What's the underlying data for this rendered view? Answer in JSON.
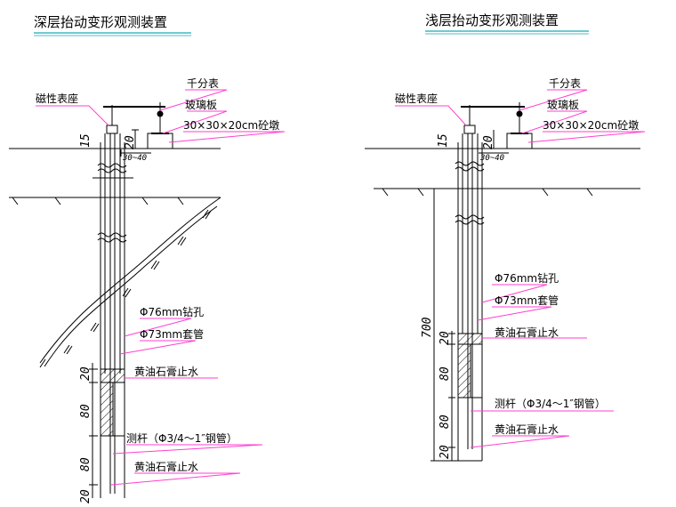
{
  "colors": {
    "line": "#000000",
    "leader": "#ff3fd0",
    "title_underline": "#1aa6b7"
  },
  "left_panel": {
    "title": "深层抬动变形观测装置",
    "labels": {
      "magnet_base": "磁性表座",
      "dial_gauge": "千分表",
      "glass_plate": "玻璃板",
      "concrete_pier": "30×30×20cm砼墩",
      "borehole": "Φ76mm钻孔",
      "casing": "Φ73mm套管",
      "grease_seal_upper": "黄油石膏止水",
      "rod": "测杆（Φ3/4～1″钢管）",
      "grease_seal_lower": "黄油石膏止水"
    },
    "dimensions": {
      "d15": "15",
      "d20_top": "20",
      "d3040": "30~40",
      "d20_a": "20",
      "d80_a": "80",
      "d80_b": "80",
      "d20_b": "20"
    }
  },
  "right_panel": {
    "title": "浅层抬动变形观测装置",
    "labels": {
      "magnet_base": "磁性表座",
      "dial_gauge": "千分表",
      "glass_plate": "玻璃板",
      "concrete_pier": "30×30×20cm砼墩",
      "borehole": "Φ76mm钻孔",
      "casing": "Φ73mm套管",
      "grease_seal_upper": "黄油石膏止水",
      "rod": "测杆（Φ3/4～1″钢管）",
      "grease_seal_lower": "黄油石膏止水"
    },
    "dimensions": {
      "d15": "15",
      "d20_top": "20",
      "d3040": "30~40",
      "d700": "700",
      "d20_a": "20",
      "d80_a": "80",
      "d80_b": "80",
      "d20_b": "20"
    }
  }
}
